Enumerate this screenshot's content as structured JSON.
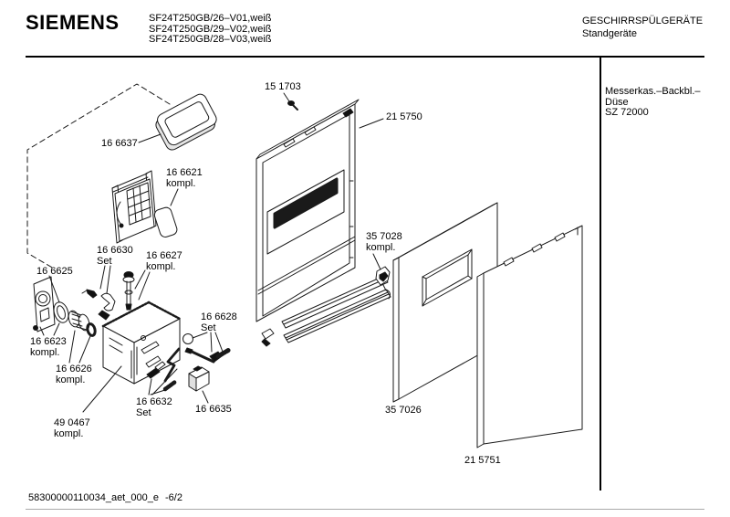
{
  "header": {
    "brand": "SIEMENS",
    "models": [
      "SF24T250GB/26–V01,weiß",
      "SF24T250GB/29–V02,weiß",
      "SF24T250GB/28–V03,weiß"
    ],
    "category": "GESCHIRRSPÜLGERÄTE",
    "subcategory": "Standgeräte"
  },
  "side_panel": {
    "line1": "Messerkas.–Backbl.–",
    "line2": "Düse",
    "line3": "SZ 72000"
  },
  "footer": {
    "document_number": "58300000110034_aet_000_e",
    "page": "-6/2"
  },
  "diagram": {
    "labels": {
      "p151703": {
        "number": "15 1703",
        "note": ""
      },
      "p215750": {
        "number": "21 5750",
        "note": ""
      },
      "p166637": {
        "number": "16 6637",
        "note": ""
      },
      "p166621": {
        "number": "16 6621",
        "note": "kompl."
      },
      "p166630": {
        "number": "16 6630",
        "note": "Set"
      },
      "p166627": {
        "number": "16 6627",
        "note": "kompl."
      },
      "p166625": {
        "number": "16 6625",
        "note": ""
      },
      "p166623": {
        "number": "16 6623",
        "note": "kompl."
      },
      "p166626": {
        "number": "16 6626",
        "note": "kompl."
      },
      "p166628": {
        "number": "16 6628",
        "note": "Set"
      },
      "p166632": {
        "number": "16 6632",
        "note": "Set"
      },
      "p166635": {
        "number": "16 6635",
        "note": ""
      },
      "p490467": {
        "number": "49 0467",
        "note": "kompl."
      },
      "p357028": {
        "number": "35 7028",
        "note": "kompl."
      },
      "p357026": {
        "number": "35 7026",
        "note": ""
      },
      "p215751": {
        "number": "21 5751",
        "note": ""
      }
    }
  }
}
